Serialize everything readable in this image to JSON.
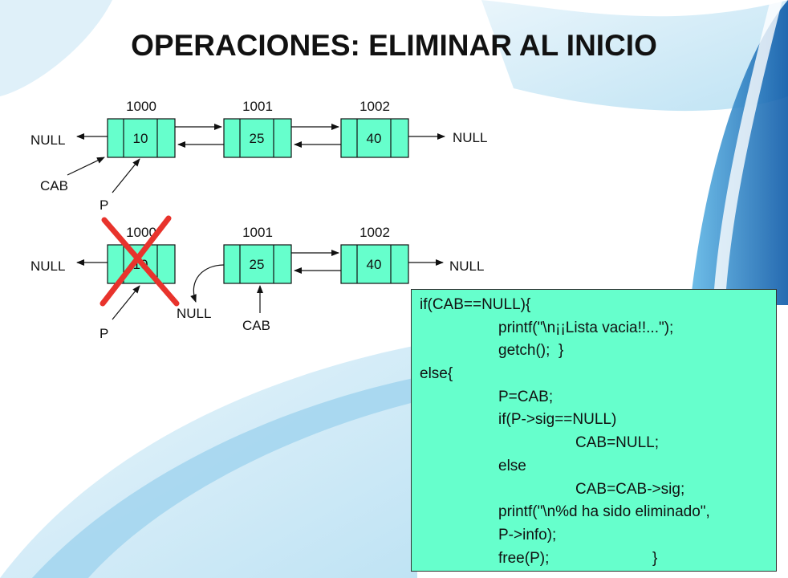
{
  "title": "OPERACIONES: ELIMINAR AL INICIO",
  "colors": {
    "node_fill": "#66ffcc",
    "code_bg": "#66ffcc",
    "cross": "#e8332c",
    "swoosh": "#1d7fc6"
  },
  "diagram_top": {
    "nodes": [
      {
        "address": "1000",
        "value": "10"
      },
      {
        "address": "1001",
        "value": "25"
      },
      {
        "address": "1002",
        "value": "40"
      }
    ],
    "null_left": "NULL",
    "null_right": "NULL",
    "cab_label": "CAB",
    "p_label": "P"
  },
  "diagram_bottom": {
    "nodes": [
      {
        "address": "1000",
        "value": "10",
        "deleted": true
      },
      {
        "address": "1001",
        "value": "25"
      },
      {
        "address": "1002",
        "value": "40"
      }
    ],
    "null_left": "NULL",
    "null_right": "NULL",
    "null_prev": "NULL",
    "cab_label": "CAB",
    "p_label": "P"
  },
  "code": [
    {
      "indent": 0,
      "text": "if(CAB==NULL){"
    },
    {
      "indent": 1,
      "text": "printf(\"\\n¡¡Lista vacia!!...\");"
    },
    {
      "indent": 1,
      "text": "getch();  }"
    },
    {
      "indent": 0,
      "text": "else{"
    },
    {
      "indent": 1,
      "text": "P=CAB;"
    },
    {
      "indent": 1,
      "text": "if(P->sig==NULL)"
    },
    {
      "indent": 2,
      "text": "CAB=NULL;"
    },
    {
      "indent": 1,
      "text": "else"
    },
    {
      "indent": 2,
      "text": "CAB=CAB->sig;"
    },
    {
      "indent": 1,
      "text": "printf(\"\\n%d ha sido eliminado\","
    },
    {
      "indent": 1,
      "text": "P->info);"
    },
    {
      "indent": 1,
      "text": "free(P);",
      "tail": "}"
    }
  ]
}
